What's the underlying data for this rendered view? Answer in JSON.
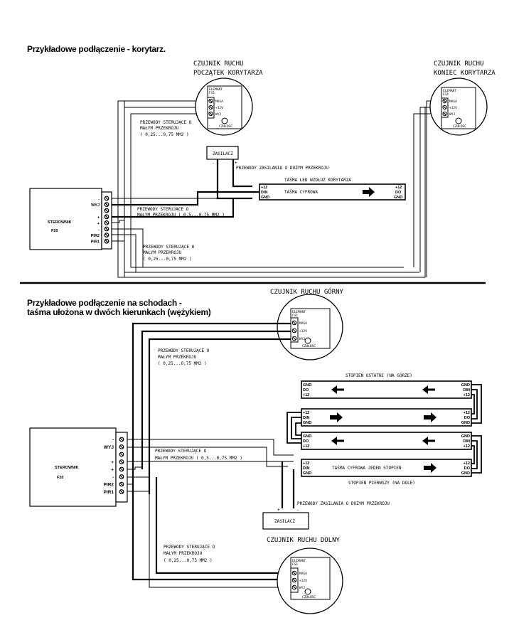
{
  "section1": {
    "title": "Przykładowe podłączenie - korytarz.",
    "sensor_start": {
      "line1": "CZUJNIK RUCHU",
      "line2": "POCZĄTEK KORYTARZA"
    },
    "sensor_end": {
      "line1": "CZUJNIK RUCHU",
      "line2": "KONIEC KORYTARZA"
    },
    "wires_note_top": [
      "PRZEWODY STERUJĄCE O",
      "MAŁYM PRZEKROJU",
      "( 0,25...0,75 MM2 )"
    ],
    "power_supply": {
      "label": "ZASILACZ",
      "minus": "-",
      "plus": "+"
    },
    "power_note": "PRZEWODY ZASILANIA O DUŻYM PRZEKROJU",
    "strip_title": "TAŚMA LED WZDŁUŻ KORYTARZA",
    "strip": {
      "label": "TAŚMA CYFROWA",
      "left_pins": [
        "+12",
        "DIN",
        "GND"
      ],
      "right_pins": [
        "+12",
        "DO",
        "GND"
      ]
    },
    "wires_note_mid": [
      "PRZEWODY STERUJĄCE O",
      "MAŁYM PRZEKROJU ( 0,5...0,75 MM2 )"
    ],
    "wires_note_bottom": [
      "PRZEWODY STERUJĄCE O",
      "MAŁYM PRZEKROJU",
      "( 0,25...0,75 MM2 )"
    ]
  },
  "section2": {
    "title_line1": "Przykładowe podłączenie na schodach -",
    "title_line2": "taśma ułożona w dwóch kierunkach (wężykiem)",
    "sensor_top": "CZUJNIK RUCHU GÓRNY",
    "sensor_bottom": "CZUJNIK RUCHU DOLNY",
    "wires_note_top": [
      "PRZEWODY STERUJĄCE O",
      "MAŁYM PRZEKROJU",
      "( 0,25...0,75 MM2 )"
    ],
    "wires_note_mid": [
      "PRZEWODY STERUJĄCE O",
      "MAŁYM PRZEKROJU ( 0,5...0,75 MM2 )"
    ],
    "wires_note_bottom": [
      "PRZEWODY STERUJĄCE O",
      "MAŁYM PRZEKROJU",
      "( 0,25...0,75 MM2 )"
    ],
    "step_last": "STOPIEŃ OSTATNI (NA GÓRZE)",
    "step_first": "STOPIEŃ PIERWSZY (NA DOLE)",
    "step_strip_label": "TAŚMA CYFROWA JEDEN STOPIEŃ",
    "strip_pins_ltr": {
      "left": [
        "+12",
        "DIN",
        "GND"
      ],
      "right": [
        "+12",
        "DO",
        "GND"
      ]
    },
    "strip_pins_rtl": {
      "left": [
        "GND",
        "DO",
        "+12"
      ],
      "right": [
        "GND",
        "DIN",
        "+12"
      ]
    },
    "power_supply": {
      "label": "ZASILACZ",
      "minus": "-",
      "plus": "+"
    },
    "power_note": "PRZEWODY ZASILANIA O DUŻYM PRZEKROJU"
  },
  "controller": {
    "name": "STEROWNIK",
    "model": "F20",
    "terminals": [
      "-",
      "WYJ",
      "",
      "+",
      "+",
      "-",
      "PIR2",
      "PIR1"
    ]
  },
  "sensor_module": {
    "brand": "ELEMANT",
    "model": "FS1",
    "terminals": [
      "MASA",
      "+12V",
      "WYJ"
    ],
    "sensitivity": "CZUŁOŚĆ"
  }
}
